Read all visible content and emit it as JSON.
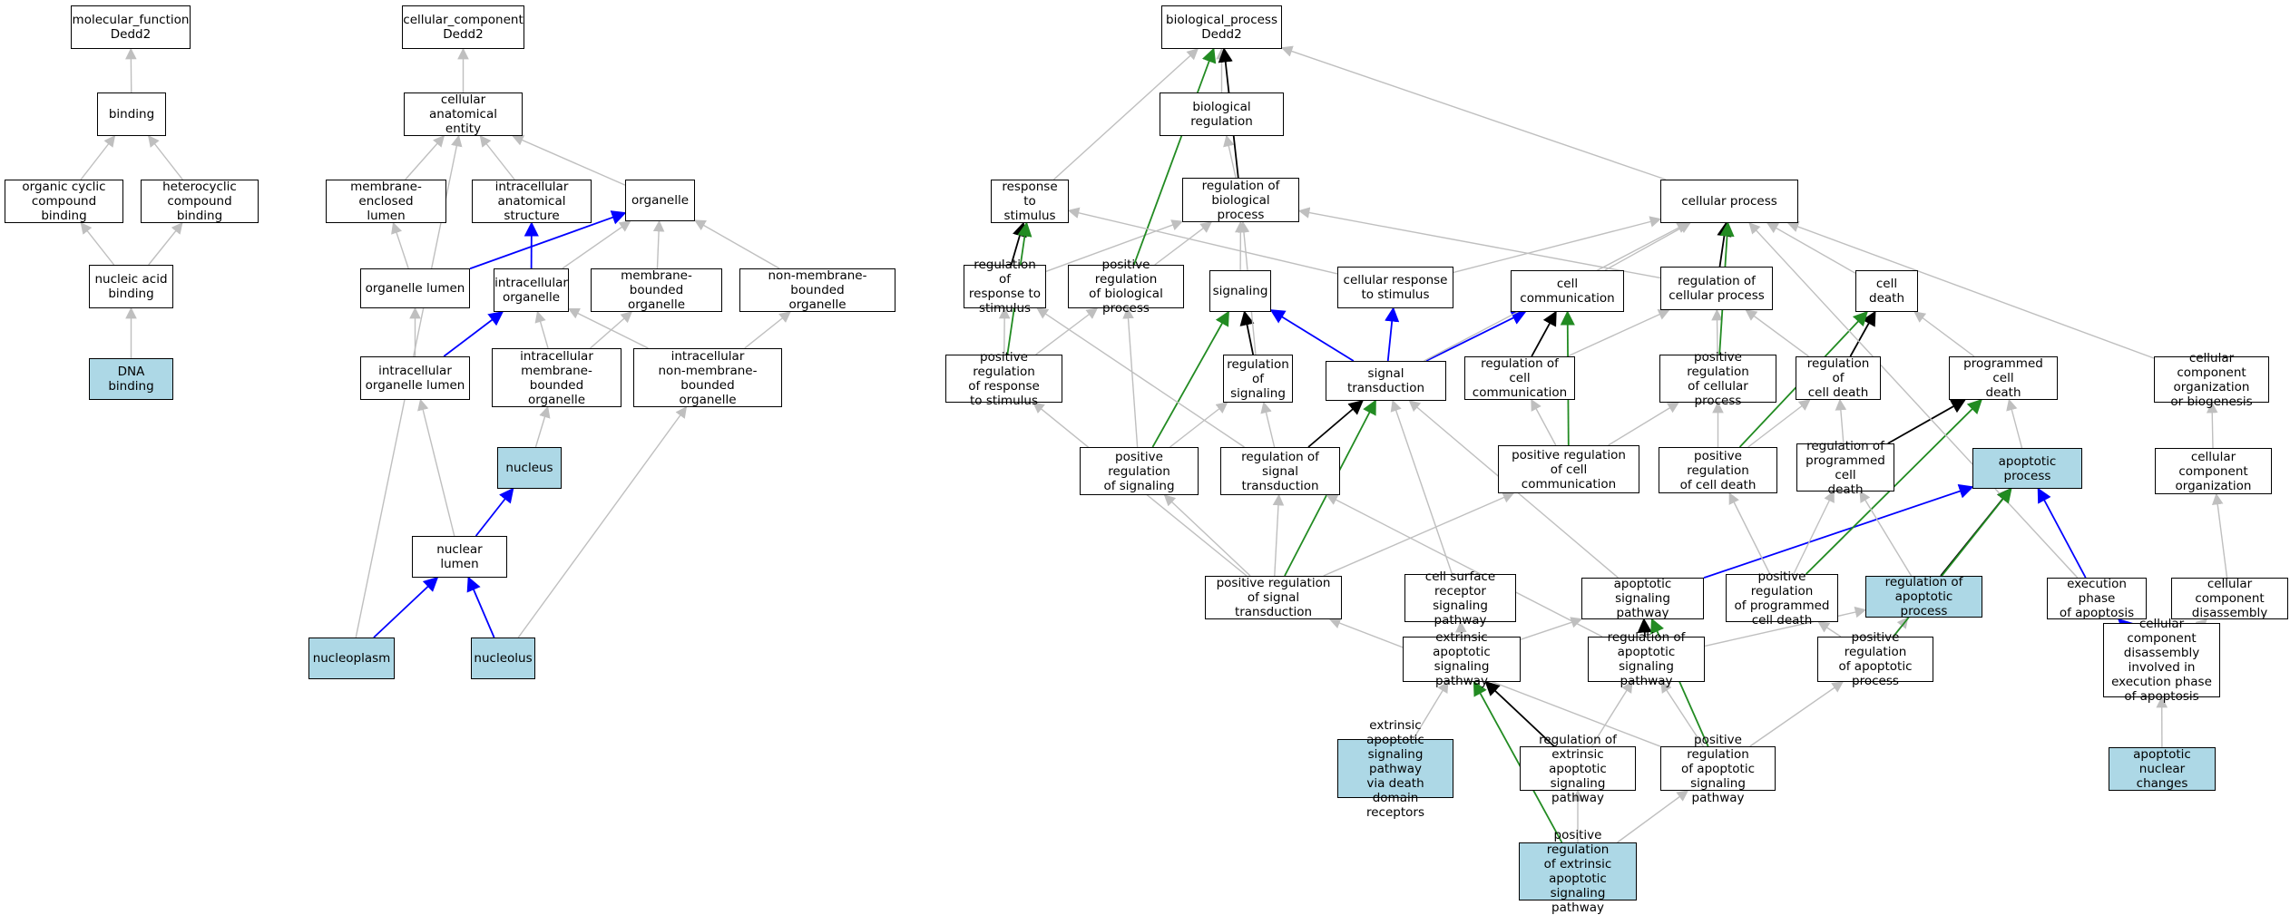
{
  "colors": {
    "is_a": "#bfbfbf",
    "part_of": "#0000ff",
    "regulates": "#000000",
    "positively_regulates": "#228b22",
    "highlight_fill": "#add8e6"
  },
  "nodes": [
    {
      "id": "mf",
      "label": "molecular_function\nDedd2"
    },
    {
      "id": "binding",
      "label": "binding"
    },
    {
      "id": "occb",
      "label": "organic cyclic\ncompound binding"
    },
    {
      "id": "hccb",
      "label": "heterocyclic\ncompound binding"
    },
    {
      "id": "nab",
      "label": "nucleic acid\nbinding"
    },
    {
      "id": "dnab",
      "label": "DNA binding",
      "highlighted": true
    },
    {
      "id": "cc",
      "label": "cellular_component\nDedd2"
    },
    {
      "id": "cae",
      "label": "cellular anatomical\nentity"
    },
    {
      "id": "mel",
      "label": "membrane-enclosed\nlumen"
    },
    {
      "id": "ias",
      "label": "intracellular\nanatomical structure"
    },
    {
      "id": "organelle",
      "label": "organelle"
    },
    {
      "id": "olumen",
      "label": "organelle lumen"
    },
    {
      "id": "iorg",
      "label": "intracellular\norganelle"
    },
    {
      "id": "mbo",
      "label": "membrane-bounded\norganelle"
    },
    {
      "id": "nmbo",
      "label": "non-membrane-bounded\norganelle"
    },
    {
      "id": "iol",
      "label": "intracellular\norganelle lumen"
    },
    {
      "id": "imbo",
      "label": "intracellular\nmembrane-bounded\norganelle"
    },
    {
      "id": "inmbo",
      "label": "intracellular\nnon-membrane-bounded\norganelle"
    },
    {
      "id": "nucleus",
      "label": "nucleus",
      "highlighted": true
    },
    {
      "id": "nlumen",
      "label": "nuclear lumen"
    },
    {
      "id": "nucleoplasm",
      "label": "nucleoplasm",
      "highlighted": true
    },
    {
      "id": "nucleolus",
      "label": "nucleolus",
      "highlighted": true
    },
    {
      "id": "bp",
      "label": "biological_process\nDedd2"
    },
    {
      "id": "breg",
      "label": "biological regulation"
    },
    {
      "id": "rts",
      "label": "response to\nstimulus"
    },
    {
      "id": "rbp",
      "label": "regulation of\nbiological process"
    },
    {
      "id": "cp",
      "label": "cellular process"
    },
    {
      "id": "rrts",
      "label": "regulation of\nresponse to\nstimulus"
    },
    {
      "id": "prbp",
      "label": "positive regulation\nof biological\nprocess"
    },
    {
      "id": "signaling",
      "label": "signaling"
    },
    {
      "id": "crts",
      "label": "cellular response\nto stimulus"
    },
    {
      "id": "ccomm",
      "label": "cell communication"
    },
    {
      "id": "rcp",
      "label": "regulation of\ncellular process"
    },
    {
      "id": "cdeath",
      "label": "cell death"
    },
    {
      "id": "prrts",
      "label": "positive regulation\nof response\nto stimulus"
    },
    {
      "id": "rsig",
      "label": "regulation of\nsignaling"
    },
    {
      "id": "st",
      "label": "signal transduction"
    },
    {
      "id": "rcc",
      "label": "regulation of\ncell communication"
    },
    {
      "id": "prcp",
      "label": "positive regulation\nof cellular\nprocess"
    },
    {
      "id": "rcd",
      "label": "regulation of\ncell death"
    },
    {
      "id": "pcd",
      "label": "programmed cell\ndeath"
    },
    {
      "id": "ccob",
      "label": "cellular component\norganization\nor biogenesis"
    },
    {
      "id": "prsig",
      "label": "positive regulation\nof signaling"
    },
    {
      "id": "rst",
      "label": "regulation of\nsignal transduction"
    },
    {
      "id": "prcc",
      "label": "positive regulation\nof cell communication"
    },
    {
      "id": "prcd",
      "label": "positive regulation\nof cell death"
    },
    {
      "id": "rpcd",
      "label": "regulation of\nprogrammed cell\ndeath"
    },
    {
      "id": "ap",
      "label": "apoptotic process",
      "highlighted": true
    },
    {
      "id": "cco",
      "label": "cellular component\norganization"
    },
    {
      "id": "prst",
      "label": "positive regulation\nof signal transduction"
    },
    {
      "id": "csrsp",
      "label": "cell surface\nreceptor signaling\npathway"
    },
    {
      "id": "asp",
      "label": "apoptotic signaling\npathway"
    },
    {
      "id": "prpcd",
      "label": "positive regulation\nof programmed\ncell death"
    },
    {
      "id": "rap",
      "label": "regulation of\napoptotic process",
      "highlighted": true
    },
    {
      "id": "epa",
      "label": "execution phase\nof apoptosis"
    },
    {
      "id": "ccd",
      "label": "cellular component\ndisassembly"
    },
    {
      "id": "easp",
      "label": "extrinsic apoptotic\nsignaling pathway"
    },
    {
      "id": "rasp",
      "label": "regulation of\napoptotic signaling\npathway"
    },
    {
      "id": "prap",
      "label": "positive regulation\nof apoptotic\nprocess"
    },
    {
      "id": "ccdiep",
      "label": "cellular component\ndisassembly\ninvolved in\nexecution phase\nof apoptosis"
    },
    {
      "id": "easpdr",
      "label": "extrinsic apoptotic\nsignaling pathway\nvia death domain\nreceptors",
      "highlighted": true
    },
    {
      "id": "reasp",
      "label": "regulation of\nextrinsic apoptotic\nsignaling pathway"
    },
    {
      "id": "prasp",
      "label": "positive regulation\nof apoptotic\nsignaling pathway"
    },
    {
      "id": "anc",
      "label": "apoptotic nuclear\nchanges",
      "highlighted": true
    },
    {
      "id": "preasp",
      "label": "positive regulation\nof extrinsic\napoptotic signaling\npathway",
      "highlighted": true
    }
  ]
}
